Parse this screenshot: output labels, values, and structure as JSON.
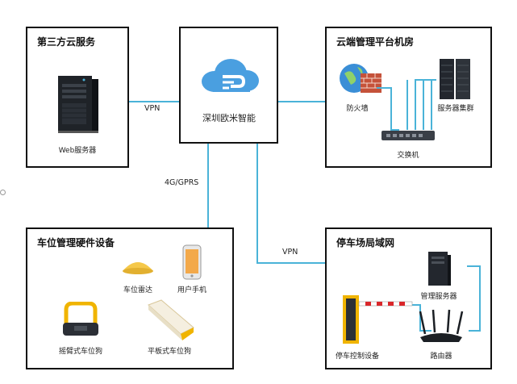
{
  "boxes": {
    "third_party": {
      "title": "第三方云服务",
      "web_server_label": "Web服务器"
    },
    "center": {
      "label": "深圳欧米智能"
    },
    "cloud_room": {
      "title": "云端管理平台机房",
      "firewall_label": "防火墙",
      "server_cluster_label": "服务器集群",
      "switch_label": "交换机"
    },
    "hardware": {
      "title": "车位管理硬件设备",
      "radar_label": "车位雷达",
      "phone_label": "用户手机",
      "swing_lock_label": "摇臂式车位狗",
      "flat_lock_label": "平板式车位狗"
    },
    "parking_lan": {
      "title": "停车场局域网",
      "mgmt_server_label": "管理服务器",
      "control_device_label": "停车控制设备",
      "router_label": "路由器"
    }
  },
  "connections": {
    "vpn_left": "VPN",
    "gprs": "4G/GPRS",
    "vpn_bottom": "VPN"
  },
  "colors": {
    "line": "#4ab3d8",
    "border": "#111111",
    "cloud": "#4a9fe0",
    "gate_yellow": "#f0b400",
    "barrier_red": "#d9262a"
  }
}
